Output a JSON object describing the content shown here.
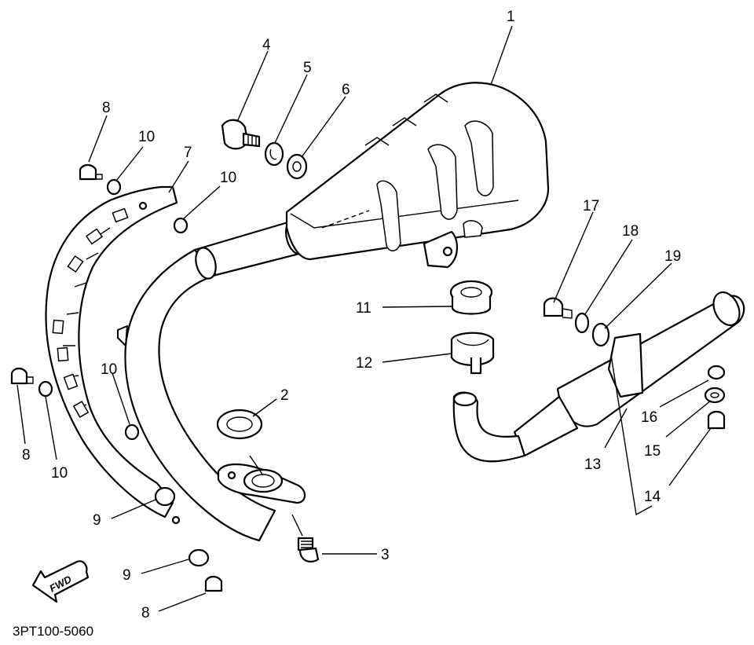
{
  "diagram": {
    "code": "3PT100-5060",
    "fwd_label": "FWD",
    "callouts": [
      {
        "id": "c1",
        "label": "1"
      },
      {
        "id": "c2",
        "label": "2"
      },
      {
        "id": "c3",
        "label": "3"
      },
      {
        "id": "c4",
        "label": "4"
      },
      {
        "id": "c5",
        "label": "5"
      },
      {
        "id": "c6",
        "label": "6"
      },
      {
        "id": "c7",
        "label": "7"
      },
      {
        "id": "c8a",
        "label": "8"
      },
      {
        "id": "c8b",
        "label": "8"
      },
      {
        "id": "c8c",
        "label": "8"
      },
      {
        "id": "c9a",
        "label": "9"
      },
      {
        "id": "c9b",
        "label": "9"
      },
      {
        "id": "c10a",
        "label": "10"
      },
      {
        "id": "c10b",
        "label": "10"
      },
      {
        "id": "c10c",
        "label": "10"
      },
      {
        "id": "c10d",
        "label": "10"
      },
      {
        "id": "c11",
        "label": "11"
      },
      {
        "id": "c12",
        "label": "12"
      },
      {
        "id": "c13",
        "label": "13"
      },
      {
        "id": "c14",
        "label": "14"
      },
      {
        "id": "c15",
        "label": "15"
      },
      {
        "id": "c16",
        "label": "16"
      },
      {
        "id": "c17",
        "label": "17"
      },
      {
        "id": "c18",
        "label": "18"
      },
      {
        "id": "c19",
        "label": "19"
      }
    ]
  }
}
